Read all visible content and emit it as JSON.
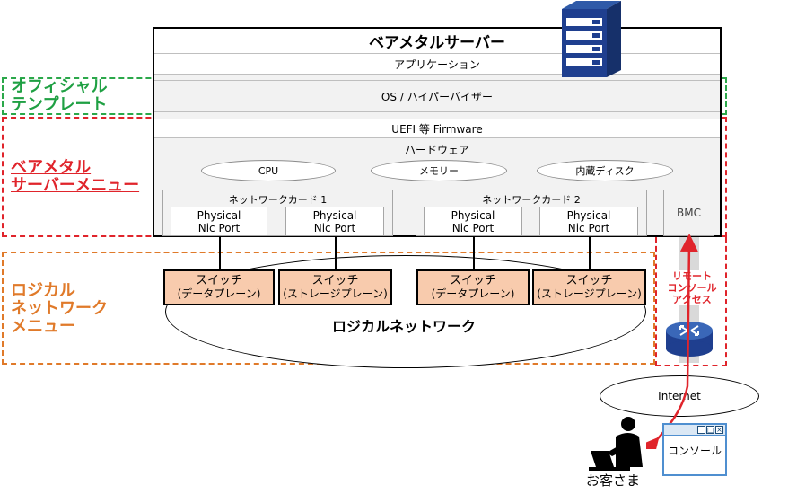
{
  "server": {
    "title": "ベアメタルサーバー",
    "application": "アプリケーション",
    "os": "OS / ハイパーバイザー",
    "uefi": "UEFI 等 Firmware",
    "hardware": "ハードウェア",
    "components": [
      "CPU",
      "メモリー",
      "内蔵ディスク"
    ],
    "nic_cards": [
      {
        "title": "ネットワークカード 1",
        "ports": [
          "Physical\nNic Port",
          "Physical\nNic Port"
        ]
      },
      {
        "title": "ネットワークカード 2",
        "ports": [
          "Physical\nNic Port",
          "Physical\nNic Port"
        ]
      }
    ],
    "bmc": "BMC"
  },
  "regions": {
    "official_template": "オフィシャル\nテンプレート",
    "baremetal_menu": "ベアメタル\nサーバーメニュー",
    "logical_network_menu": "ロジカル\nネットワーク\nメニュー"
  },
  "switches": [
    {
      "label": "スイッチ",
      "sub": "(データプレーン)"
    },
    {
      "label": "スイッチ",
      "sub": "(ストレージプレーン)"
    },
    {
      "label": "スイッチ",
      "sub": "(データプレーン)"
    },
    {
      "label": "スイッチ",
      "sub": "(ストレージプレーン)"
    }
  ],
  "logical_network": "ロジカルネットワーク",
  "remote_access": "リモート\nコンソール\nアクセス",
  "internet": "Internet",
  "console": "コンソール",
  "customer": "お客さま",
  "colors": {
    "green": "#1fa043",
    "red": "#e0242b",
    "orange": "#e07a2a",
    "switch_fill": "#f8cbad",
    "server_blue": "#1f3f8f"
  },
  "icons": [
    "server-rack-icon",
    "router-icon",
    "person-at-laptop-icon",
    "console-window-icon"
  ]
}
